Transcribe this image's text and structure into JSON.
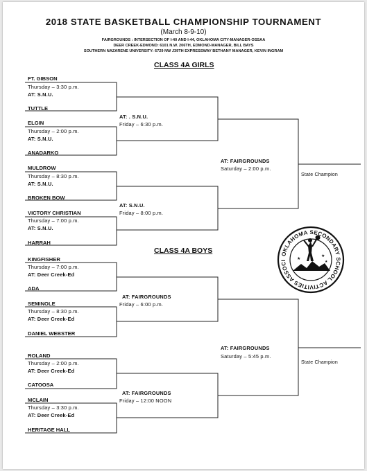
{
  "header": {
    "title": "2018 STATE BASKETBALL CHAMPIONSHIP TOURNAMENT",
    "dates": "(March 8-9-10)",
    "venue_line1": "FAIRGROUNDS : INTERSECTION OF I-40 AND I-44, OKLAHOMA CITY-MANAGER-OSSAA",
    "venue_line2": "DEER CREEK-EDMOND: 6101 N.W. 206TH, EDMOND-MANAGER, BILL BAYS",
    "venue_line3": "SOUTHERN NAZARENE UNIVERSITY: 6729 NW J39TH EXPRESSWAY BETHANY MANAGER, KEVIN INGRAM"
  },
  "girls": {
    "heading": "CLASS 4A GIRLS",
    "q1": {
      "team_a": "FT. GIBSON",
      "time": "Thursday – 3:30 p.m.",
      "site": "AT: S.N.U.",
      "team_b": "TUTTLE"
    },
    "q2": {
      "team_a": "ELGIN",
      "time": "Thursday – 2:00 p.m.",
      "site": "AT: S.N.U.",
      "team_b": "ANADARKO"
    },
    "q3": {
      "team_a": "MULDROW",
      "time": "Thursday – 8:30 p.m.",
      "site": "AT: S.N.U.",
      "team_b": "BROKEN BOW"
    },
    "q4": {
      "team_a": "VICTORY CHRISTIAN",
      "time": "Thursday – 7:00 p.m.",
      "site": "AT: S.N.U.",
      "team_b": "HARRAH"
    },
    "s1": {
      "site": "AT: . S.N.U.",
      "time": "Friday – 6:30 p.m."
    },
    "s2": {
      "site": "AT: S.N.U.",
      "time": "Friday – 8:00 p.m."
    },
    "final": {
      "site": "AT: FAIRGROUNDS",
      "time": "Saturday – 2:00 p.m."
    },
    "champion": "State Champion"
  },
  "boys": {
    "heading": "CLASS 4A BOYS",
    "q1": {
      "team_a": "KINGFISHER",
      "time": "Thursday – 7:00 p.m.",
      "site": "AT: Deer Creek-Ed",
      "team_b": "ADA"
    },
    "q2": {
      "team_a": "SEMINOLE",
      "time": "Thursday – 8:30 p.m.",
      "site": "AT: Deer Creek-Ed",
      "team_b": "DANIEL WEBSTER"
    },
    "q3": {
      "team_a": "ROLAND",
      "time": "Thursday – 2:00 p.m.",
      "site": "AT: Deer Creek-Ed",
      "team_b": "CATOOSA"
    },
    "q4": {
      "team_a": "MCLAIN",
      "time": "Thursday – 3:30 p.m.",
      "site": "AT: Deer Creek-Ed",
      "team_b": "HERITAGE HALL"
    },
    "s1": {
      "site": "AT: FAIRGROUNDS",
      "time": "Friday – 6:00 p.m."
    },
    "s2": {
      "site": "AT: FAIRGROUNDS",
      "time": "Friday – 12:00 NOON"
    },
    "final": {
      "site": "AT: FAIRGROUNDS",
      "time": "Saturday – 5:45 p.m."
    },
    "champion": "State Champion"
  },
  "seal": {
    "text": "OKLAHOMA SECONDARY SCHOOL ACTIVITIES ASSOCIATION",
    "icon": "basketball-player-silhouette"
  }
}
